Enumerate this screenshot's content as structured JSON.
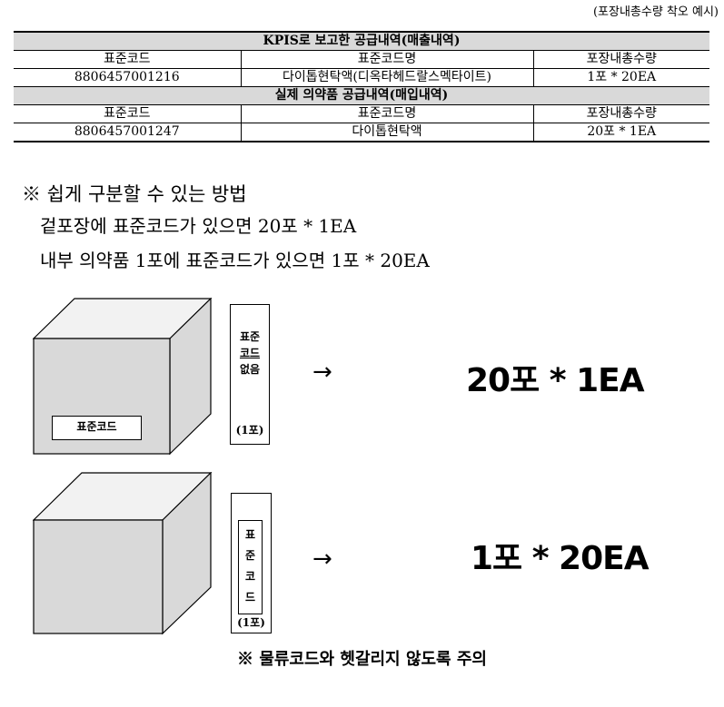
{
  "caption": "(포장내총수량 착오 예시)",
  "table": {
    "section1_title": "KPIS로 보고한 공급내역(매출내역)",
    "section2_title": "실제 의약품 공급내역(매입내역)",
    "headers": [
      "표준코드",
      "표준코드명",
      "포장내총수량"
    ],
    "row1": [
      "8806457001216",
      "다이톱현탁액(디옥타헤드랄스멕타이트)",
      "1포 * 20EA"
    ],
    "row2": [
      "8806457001247",
      "다이톱현탁액",
      "20포 * 1EA"
    ]
  },
  "note": {
    "head": "※ 쉽게 구분할 수 있는 방법",
    "line1": "겉포장에 표준코드가 있으면 20포 * 1EA",
    "line2": "내부 의약품 1포에 표준코드가 있으면 1포 * 20EA"
  },
  "diagram1": {
    "box_label": "표준코드",
    "card_lines": [
      "표준",
      "코드",
      "없음"
    ],
    "card_sub": "(1포)",
    "arrow": "→",
    "result": "20포 * 1EA"
  },
  "diagram2": {
    "card_chars": [
      "표",
      "준",
      "코",
      "드"
    ],
    "card_sub": "(1포)",
    "arrow": "→",
    "result": "1포 * 20EA"
  },
  "footer": "※ 물류코드와 헷갈리지 않도록 주의",
  "colors": {
    "box_face": "#d9d9d9",
    "box_side": "#d9d9d9",
    "box_top": "#f2f2f2"
  }
}
